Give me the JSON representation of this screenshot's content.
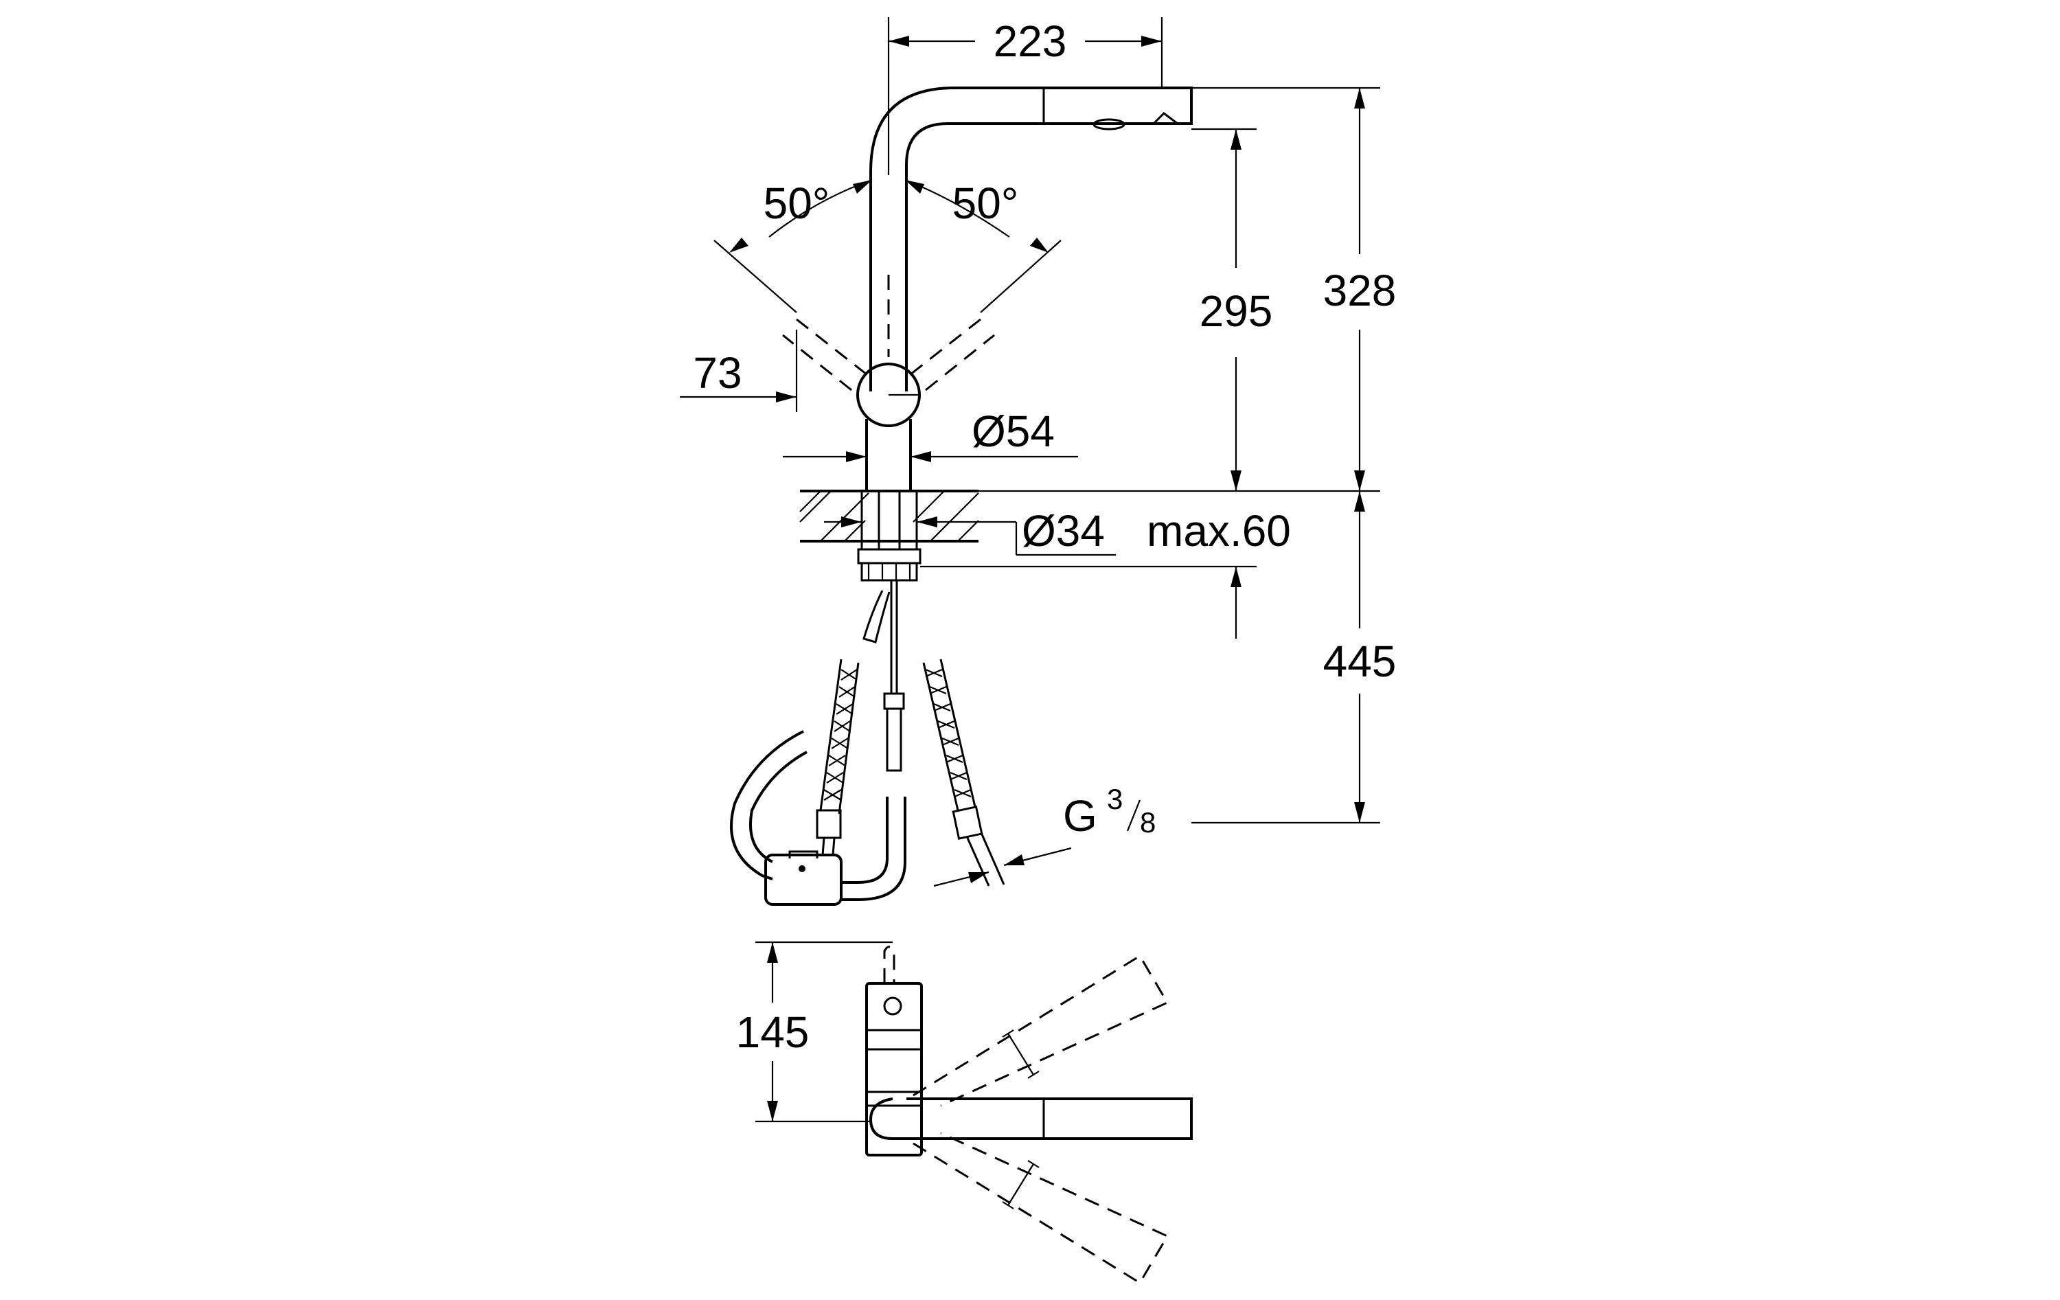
{
  "dimensions": {
    "width_223": "223",
    "height_295": "295",
    "height_328": "328",
    "angle_left": "50°",
    "angle_right": "50°",
    "offset_73": "73",
    "dia_54": "Ø54",
    "dia_34": "Ø34",
    "max_60": "max.60",
    "height_445": "445",
    "thread_g": "G",
    "thread_num": "3",
    "thread_den": "8",
    "height_145": "145"
  }
}
